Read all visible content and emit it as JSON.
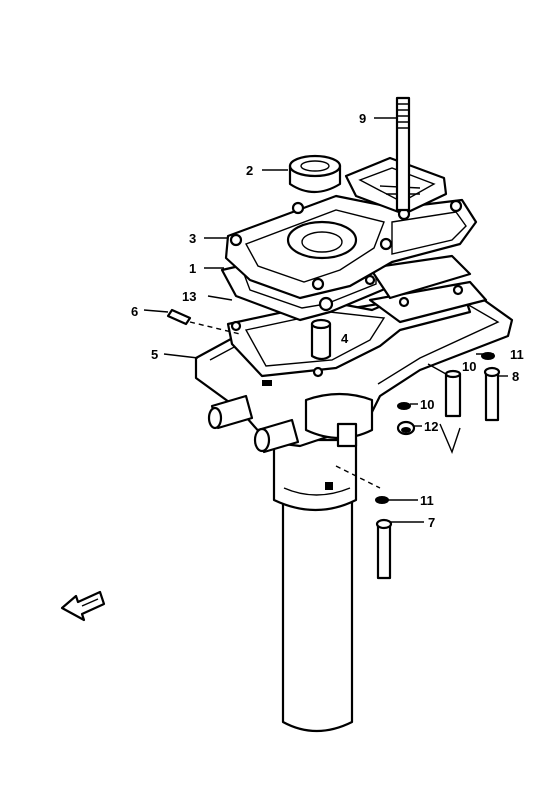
{
  "callouts": [
    {
      "id": "c1",
      "label": "1"
    },
    {
      "id": "c2",
      "label": "2"
    },
    {
      "id": "c3",
      "label": "3"
    },
    {
      "id": "c4",
      "label": "4"
    },
    {
      "id": "c5",
      "label": "5"
    },
    {
      "id": "c6",
      "label": "6"
    },
    {
      "id": "c7",
      "label": "7"
    },
    {
      "id": "c8",
      "label": "8"
    },
    {
      "id": "c9",
      "label": "9"
    },
    {
      "id": "c10a",
      "label": "10"
    },
    {
      "id": "c10b",
      "label": "10"
    },
    {
      "id": "c11a",
      "label": "11"
    },
    {
      "id": "c11b",
      "label": "11"
    },
    {
      "id": "c12",
      "label": "12"
    },
    {
      "id": "c13",
      "label": "13"
    }
  ],
  "icons": {
    "direction": "arrow-icon"
  },
  "colors": {
    "ink": "#000000",
    "paper": "#ffffff"
  }
}
